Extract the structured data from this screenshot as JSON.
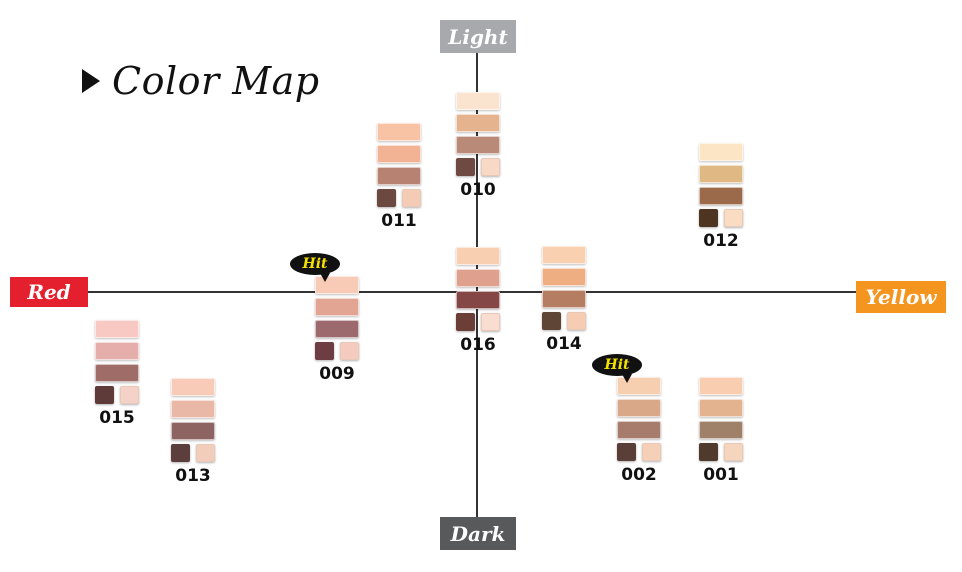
{
  "title": "Color Map",
  "axes": {
    "top": "Light",
    "bottom": "Dark",
    "left": "Red",
    "right": "Yellow"
  },
  "hit_label": "Hit",
  "swatches": [
    {
      "code": "010",
      "colors": [
        "#fbe4cf",
        "#e6b38f",
        "#b98a78",
        "#6e4a42",
        "#f8d9c6"
      ]
    },
    {
      "code": "011",
      "colors": [
        "#f8c3a4",
        "#f2b294",
        "#b78271",
        "#6b4840",
        "#f4ccb6"
      ]
    },
    {
      "code": "012",
      "colors": [
        "#fbe5c4",
        "#e0b883",
        "#9a6a4a",
        "#4e3522",
        "#f9dcc2"
      ]
    },
    {
      "code": "016",
      "colors": [
        "#f8cfb0",
        "#dfa18e",
        "#854646",
        "#6b3e38",
        "#f8ddd0"
      ]
    },
    {
      "code": "014",
      "colors": [
        "#f9d0b0",
        "#eeae82",
        "#b57e62",
        "#5e4536",
        "#f6ccb2"
      ]
    },
    {
      "code": "009",
      "colors": [
        "#f7cbb6",
        "#e2a594",
        "#9c6a6c",
        "#6e3d44",
        "#f5cbc0"
      ]
    },
    {
      "code": "015",
      "colors": [
        "#f7c9c2",
        "#e6aeaa",
        "#9f6c68",
        "#5e3a38",
        "#f5d2c8"
      ]
    },
    {
      "code": "013",
      "colors": [
        "#f7cbb8",
        "#eab8a6",
        "#8d6462",
        "#5c3e3c",
        "#f2cdbb"
      ]
    },
    {
      "code": "002",
      "colors": [
        "#f5cfb0",
        "#d8a888",
        "#a77c6c",
        "#5a3f38",
        "#f5cfb8"
      ]
    },
    {
      "code": "001",
      "colors": [
        "#f8cdb0",
        "#e3b28e",
        "#9f8068",
        "#4f3a2c",
        "#f6d5be"
      ]
    }
  ]
}
